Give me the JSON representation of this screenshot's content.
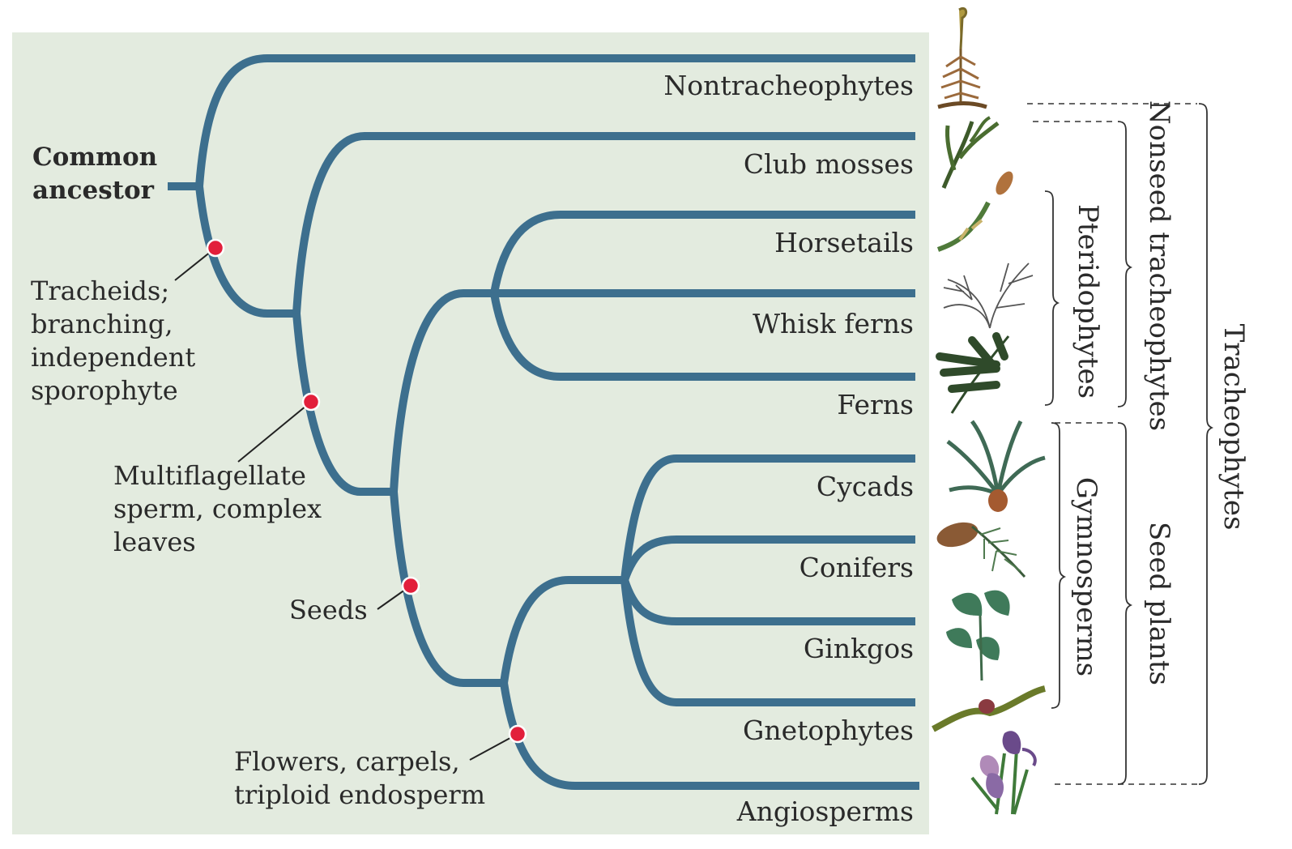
{
  "root_label": [
    "Common",
    "ancestor"
  ],
  "taxa": [
    "Nontracheophytes",
    "Club mosses",
    "Horsetails",
    "Whisk ferns",
    "Ferns",
    "Cycads",
    "Conifers",
    "Ginkgos",
    "Gnetophytes",
    "Angiosperms"
  ],
  "traits": {
    "tracheids": [
      "Tracheids;",
      "branching,",
      "independent",
      "sporophyte"
    ],
    "multiflagellate": [
      "Multiflagellate",
      "sperm, complex",
      "leaves"
    ],
    "seeds": [
      "Seeds"
    ],
    "flowers": [
      "Flowers, carpels,",
      "triploid endosperm"
    ]
  },
  "groups": {
    "pteridophytes": "Pteridophytes",
    "gymnosperms": "Gymnosperms",
    "nonseed": "Nonseed tracheophytes",
    "seed_plants": "Seed plants",
    "tracheophytes": "Tracheophytes"
  },
  "plant_icons": [
    "moss-icon",
    "club-moss-icon",
    "horsetail-icon",
    "whisk-fern-icon",
    "fern-icon",
    "cycad-icon",
    "conifer-icon",
    "ginkgo-icon",
    "gnetophyte-icon",
    "iris-flower-icon"
  ],
  "colors": {
    "panel": "#e3ebdf",
    "branch": "#3d6f8e",
    "trait_dot": "#e21f3b"
  }
}
